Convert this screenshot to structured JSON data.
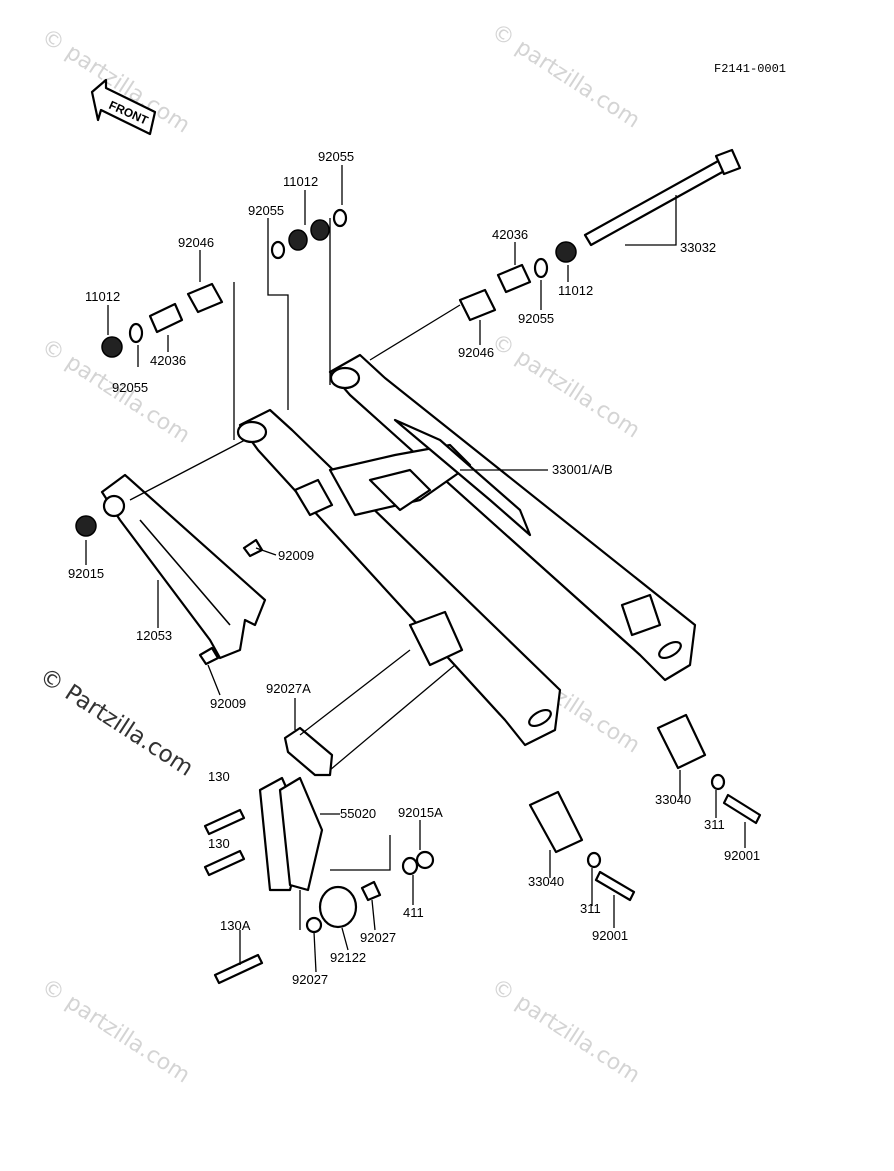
{
  "diagram_code": "F2141-0001",
  "front_label": "FRONT",
  "watermark": {
    "repeated": "© partzilla.com",
    "main": "© Partzilla.com"
  },
  "callouts": [
    {
      "id": "c-92055-top",
      "text": "92055"
    },
    {
      "id": "c-11012-top",
      "text": "11012"
    },
    {
      "id": "c-92055-topleft",
      "text": "92055"
    },
    {
      "id": "c-92046-left",
      "text": "92046"
    },
    {
      "id": "c-11012-left",
      "text": "11012"
    },
    {
      "id": "c-42036-left",
      "text": "42036"
    },
    {
      "id": "c-92055-left",
      "text": "92055"
    },
    {
      "id": "c-42036-right",
      "text": "42036"
    },
    {
      "id": "c-33032",
      "text": "33032"
    },
    {
      "id": "c-11012-right",
      "text": "11012"
    },
    {
      "id": "c-92055-right",
      "text": "92055"
    },
    {
      "id": "c-92046-right",
      "text": "92046"
    },
    {
      "id": "c-33001",
      "text": "33001/A/B"
    },
    {
      "id": "c-92009-upper",
      "text": "92009"
    },
    {
      "id": "c-92015",
      "text": "92015"
    },
    {
      "id": "c-12053",
      "text": "12053"
    },
    {
      "id": "c-92009-lower",
      "text": "92009"
    },
    {
      "id": "c-92027A",
      "text": "92027A"
    },
    {
      "id": "c-130-a",
      "text": "130"
    },
    {
      "id": "c-130-b",
      "text": "130"
    },
    {
      "id": "c-55020",
      "text": "55020"
    },
    {
      "id": "c-92015A",
      "text": "92015A"
    },
    {
      "id": "c-411",
      "text": "411"
    },
    {
      "id": "c-92027-right",
      "text": "92027"
    },
    {
      "id": "c-92122",
      "text": "92122"
    },
    {
      "id": "c-130A",
      "text": "130A"
    },
    {
      "id": "c-92027-bottom",
      "text": "92027"
    },
    {
      "id": "c-33040-right",
      "text": "33040"
    },
    {
      "id": "c-311-right",
      "text": "311"
    },
    {
      "id": "c-92001-right",
      "text": "92001"
    },
    {
      "id": "c-33040-mid",
      "text": "33040"
    },
    {
      "id": "c-311-mid",
      "text": "311"
    },
    {
      "id": "c-92001-mid",
      "text": "92001"
    }
  ]
}
